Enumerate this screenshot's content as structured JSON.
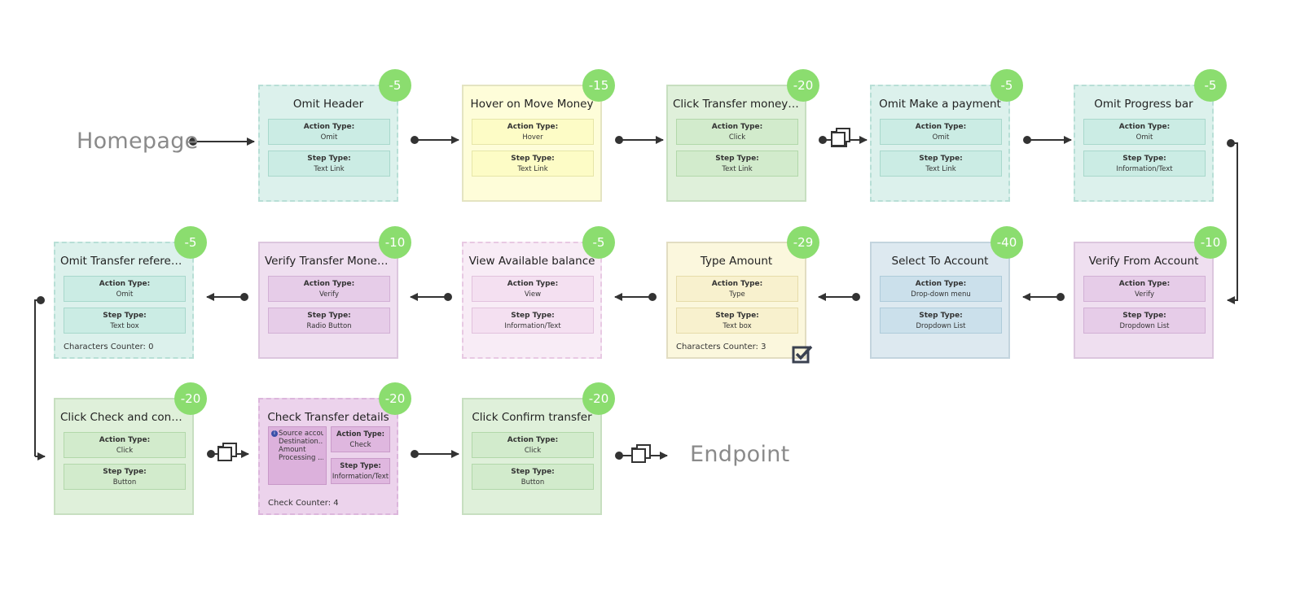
{
  "start_label": "Homepage",
  "end_label": "Endpoint",
  "field_labels": {
    "action": "Action Type:",
    "step": "Step Type:"
  },
  "colors": {
    "teal": "#dcf1ec",
    "teal_field": "#cbece4",
    "teal_border": "#b8dfd6",
    "yellow": "#fefdd9",
    "yellow_field": "#fdfcc6",
    "yellow_border": "#ececb4",
    "green": "#dff0da",
    "green_field": "#d2ebcc",
    "green_border": "#bfddb6",
    "purple": "#efdff0",
    "purple_field": "#e6cce8",
    "purple_border": "#d8b9db",
    "pink": "#f8ecf6",
    "pink_field": "#f4e0f1",
    "pink_border": "#e8c9e3",
    "cream": "#fbf7dd",
    "cream_field": "#f8f1ce",
    "cream_border": "#e6dfb5",
    "blue": "#dde9f0",
    "blue_field": "#cbe0eb",
    "blue_border": "#b6cfdc",
    "magenta": "#ecd3ec",
    "magenta_field": "#dfb7df",
    "magenta_border": "#cf9fcf",
    "badge": "#8bdd6f"
  },
  "steps": [
    {
      "title": "Omit Header",
      "badge": "-5",
      "action": "Omit",
      "step": "Text Link"
    },
    {
      "title": "Hover on Move Money",
      "badge": "-15",
      "action": "Hover",
      "step": "Text Link"
    },
    {
      "title": "Click Transfer money betwe...",
      "badge": "-20",
      "action": "Click",
      "step": "Text Link"
    },
    {
      "title": "Omit Make a payment",
      "badge": "-5",
      "action": "Omit",
      "step": "Text Link"
    },
    {
      "title": "Omit Progress bar",
      "badge": "-5",
      "action": "Omit",
      "step": "Information/Text"
    },
    {
      "title": "Verify From Account",
      "badge": "-10",
      "action": "Verify",
      "step": "Dropdown List"
    },
    {
      "title": "Select To Account",
      "badge": "-40",
      "action": "Drop-down menu",
      "step": "Dropdown List"
    },
    {
      "title": "Type Amount",
      "badge": "-29",
      "action": "Type",
      "step": "Text box",
      "counter": "Characters Counter: 3"
    },
    {
      "title": "View Available balance",
      "badge": "-5",
      "action": "View",
      "step": "Information/Text"
    },
    {
      "title": "Verify Transfer Money Now",
      "badge": "-10",
      "action": "Verify",
      "step": "Radio Button"
    },
    {
      "title": "Omit Transfer reference",
      "badge": "-5",
      "action": "Omit",
      "step": "Text box",
      "counter": "Characters Counter: 0"
    },
    {
      "title": "Click Check and confirm de...",
      "badge": "-20",
      "action": "Click",
      "step": "Button"
    },
    {
      "title": "Check Transfer details",
      "badge": "-20",
      "action": "Check",
      "step": "Information/Text",
      "counter": "Check Counter: 4",
      "check_items": [
        "Source account",
        "Destination...",
        "Amount",
        "Processing ..."
      ]
    },
    {
      "title": "Click Confirm transfer",
      "badge": "-20",
      "action": "Click",
      "step": "Button"
    }
  ]
}
